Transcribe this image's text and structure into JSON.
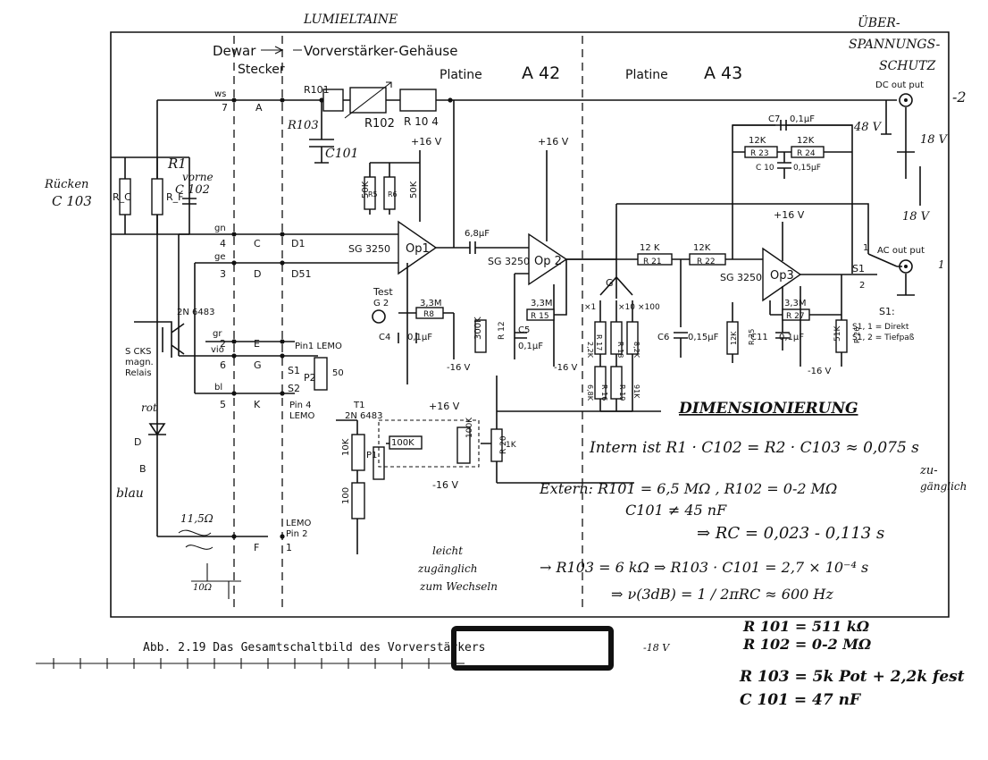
{
  "header": {
    "top_left_scrawl": "LUMIELTAINE",
    "overvoltage": [
      "ÜBER-",
      "SPANNUNGS-",
      "SCHUTZ"
    ],
    "dewar": "Dewar",
    "stecker": "Stecker",
    "gehaeuse": "Vorverstärker-Gehäuse",
    "platine_a42": "Platine",
    "a42": "A 42",
    "platine_a43": "Platine",
    "a43": "A 43",
    "dc_output": "DC out put",
    "ac_output": "AC out put",
    "margin_2": "-2",
    "margin_1": "1"
  },
  "connector": {
    "wires": [
      "ws",
      "gn",
      "ge",
      "gr",
      "vio",
      "bl"
    ],
    "pins": [
      "7",
      "4",
      "3",
      "2",
      "6",
      "5",
      "1"
    ],
    "letters": [
      "A",
      "C",
      "D",
      "E",
      "G",
      "K",
      "F"
    ]
  },
  "components": {
    "op1": "Op1",
    "op2": "Op 2",
    "op3": "Op3",
    "sg1": "SG 3250",
    "sg2": "SG 3250",
    "sg3": "SG 3250",
    "r101": "R101",
    "r102": "R102",
    "r104": "R 10 4",
    "c101": "C101",
    "r103": "R103",
    "r5": "R5",
    "r6": "R6",
    "r5_val": "50K",
    "r6_val": "50K",
    "r8": "R8",
    "r8_val": "3,3M",
    "r12": "R 12",
    "r12_val": "300K",
    "r15": "R 15",
    "r15_val": "3,3M",
    "r21": "R 21",
    "r21_val": "12 K",
    "r22": "R 22",
    "r22_val": "12K",
    "r23": "R 23",
    "r24": "R 24",
    "r23_val": "12K",
    "r24_val": "12K",
    "c7": "C7",
    "c7_val": "0,1µF",
    "c10": "C 10",
    "c10_val": "0,15µF",
    "c4": "C4",
    "c4_val": "0,1µF",
    "c5": "C5",
    "c5_val": "0,1µF",
    "c6": "C6",
    "c6_val": "0,15µF",
    "c11": "C11",
    "c11_val": "0,1µF",
    "r27": "R 27",
    "r27_val": "3,3M",
    "r25": "R 25",
    "r25_val": "12K",
    "r26": "R 26",
    "r26_val": "51K",
    "c_coupling": "6,8µF",
    "ntc": "2N 6483",
    "ntc2": "2N 6483",
    "t1": "T1",
    "relay": [
      "S CKS",
      "magn.",
      "Relais"
    ],
    "test": "Test",
    "g2": "G 2",
    "lemo1": "Pin1 LEMO",
    "lemo4": [
      "Pin 4",
      "LEMO"
    ],
    "lemo2": [
      "LEMO",
      "Pin 2"
    ],
    "p2": "P2",
    "p2_val": "50",
    "p1": "P1",
    "r10k": "10K",
    "r100": "100",
    "r_100k": "100K",
    "r_100k_v": "100K",
    "r20": "R 20",
    "r20_val": "1K",
    "gain": [
      "×1",
      "×10",
      "×100"
    ],
    "gain_g": "G",
    "r17": "R 17",
    "r17_val": "2,2K",
    "r16": "R 16",
    "r16_val": "6,8K",
    "r18": "R 18",
    "r18_val": "8,2K",
    "r19": "R 19",
    "r19_val": "91K",
    "s1": "S1",
    "s1_legend": [
      "S1:",
      "S1, 1 = Direkt",
      "S1, 2 = Tiefpaß"
    ],
    "v48": "48 V",
    "v18a": "18 V",
    "v18b": "18 V",
    "plus16": "+16 V",
    "minus16": "-16 V",
    "rc": "R_C",
    "rf": "R_F",
    "c103_note": [
      "Rücken",
      "C 103"
    ],
    "c102_note": [
      "R1",
      "vorne",
      "C 102"
    ],
    "blau": "blau",
    "rot": "rot",
    "d": "D",
    "b": "B",
    "e_1152": "11,5Ω",
    "e_10": "10Ω"
  },
  "notes": {
    "dimensioning_title": "DIMENSIONIERUNG",
    "intern": "Intern ist R1 · C102 = R2 · C103 ≈ 0,075 s",
    "extern": "Extern:  R101 = 6,5 MΩ ,  R102 = 0-2 MΩ",
    "zuganglich_sup": "zu-",
    "zuganglich": "gänglich",
    "c101_line": "C101 ≠ 45 nF",
    "rc_line": "⇒ RC = 0,023 - 0,113 s",
    "r103_line": "→ R103 = 6 kΩ ⇒ R103 · C101 = 2,7 × 10⁻⁴ s",
    "nu_line": "⇒ ν(3dB) = 1 / 2πRC ≈ 600 Hz",
    "access_note": [
      "leicht",
      "zugänglich",
      "zum Wechseln"
    ],
    "caption": "Abb. 2.19 Das Gesamtschaltbild des Vorverstärkers",
    "caption_tail": "-18 V",
    "final_vals": [
      "R 101 = 511 kΩ",
      "R 102 = 0-2 MΩ",
      "R 103 = 5k Pot + 2,2k fest",
      "C 101 = 47 nF"
    ]
  }
}
